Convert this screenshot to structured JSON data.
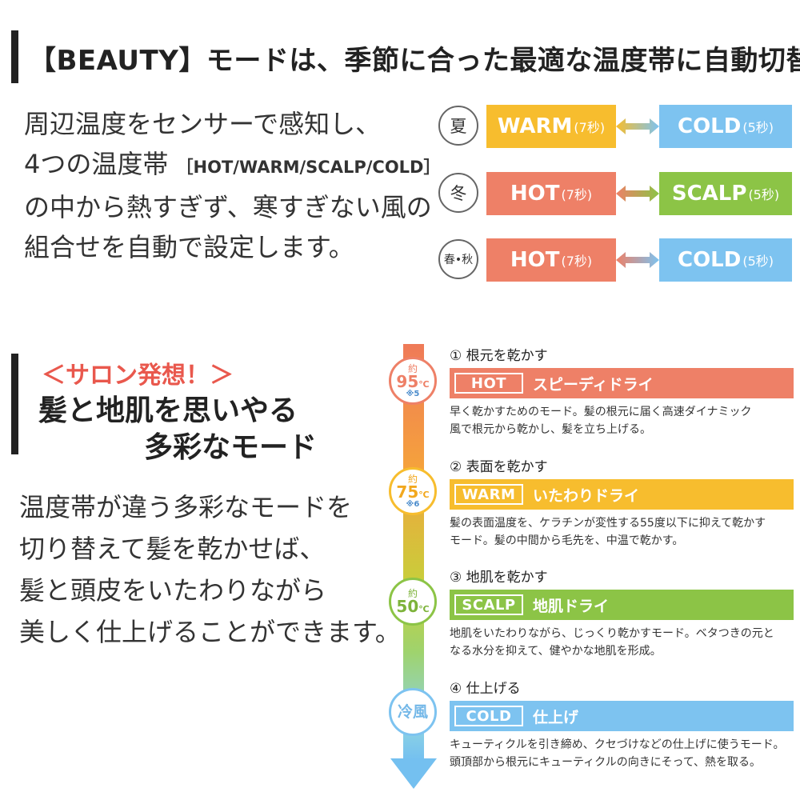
{
  "colors": {
    "hot": "#ee8067",
    "warm": "#f7bd2e",
    "scalp": "#8cc446",
    "cold": "#7dc3f0",
    "salon": "#e9584d"
  },
  "header": {
    "title": "【BEAUTY】モードは、季節に合った最適な温度帯に自動切替"
  },
  "intro": {
    "line1": "周辺温度をセンサーで感知し、",
    "line2_main": "4つの温度帯",
    "line2_small": "［HOT/WARM/SCALP/COLD］",
    "line3": "の中から熱すぎず、寒すぎない風の",
    "line4": "組合せを自動で設定します。"
  },
  "seasons": [
    {
      "label": "夏",
      "mode1": "WARM",
      "sec1": "(7秒)",
      "color1": "#f7bd2e",
      "mode2": "COLD",
      "sec2": "(5秒)",
      "color2": "#7dc3f0"
    },
    {
      "label": "冬",
      "mode1": "HOT",
      "sec1": "(7秒)",
      "color1": "#ee8067",
      "mode2": "SCALP",
      "sec2": "(5秒)",
      "color2": "#8cc446"
    },
    {
      "label": "春•秋",
      "mode1": "HOT",
      "sec1": "(7秒)",
      "color1": "#ee8067",
      "mode2": "COLD",
      "sec2": "(5秒)",
      "color2": "#7dc3f0"
    }
  ],
  "section2": {
    "salon": "＜サロン発想！＞",
    "title1": "髪と地肌を思いやる",
    "title2": "多彩なモード",
    "desc": [
      "温度帯が違う多彩なモードを",
      "切り替えて髪を乾かせば、",
      "髪と頭皮をいたわりながら",
      "美しく仕上げることができます。"
    ]
  },
  "temps": [
    {
      "yaku": "約",
      "deg": "95",
      "unit": "℃",
      "note": "※5",
      "color": "#ee8067"
    },
    {
      "yaku": "約",
      "deg": "75",
      "unit": "℃",
      "note": "※6",
      "color": "#f7bd2e"
    },
    {
      "yaku": "約",
      "deg": "50",
      "unit": "℃",
      "note": "",
      "color": "#8cc446"
    },
    {
      "label": "冷風",
      "color": "#7dc3f0"
    }
  ],
  "modes": [
    {
      "step": "① 根元を乾かす",
      "tag": "HOT",
      "name": "スピーディドライ",
      "color": "#ee8067",
      "desc": [
        "早く乾かすためのモード。髪の根元に届く高速ダイナミック",
        "風で根元から乾かし、髪を立ち上げる。"
      ]
    },
    {
      "step": "② 表面を乾かす",
      "tag": "WARM",
      "name": "いたわりドライ",
      "color": "#f7bd2e",
      "desc": [
        "髪の表面温度を、ケラチンが変性する55度以下に抑えて乾かす",
        "モード。髪の中間から毛先を、中温で乾かす。"
      ]
    },
    {
      "step": "③ 地肌を乾かす",
      "tag": "SCALP",
      "name": "地肌ドライ",
      "color": "#8cc446",
      "desc": [
        "地肌をいたわりながら、じっくり乾かすモード。ベタつきの元と",
        "なる水分を抑えて、健やかな地肌を形成。"
      ]
    },
    {
      "step": "④ 仕上げる",
      "tag": "COLD",
      "name": "仕上げ",
      "color": "#7dc3f0",
      "desc": [
        "キューティクルを引き締め、クセづけなどの仕上げに使うモード。",
        "頭頂部から根元にキューティクルの向きにそって、熱を取る。"
      ]
    }
  ]
}
